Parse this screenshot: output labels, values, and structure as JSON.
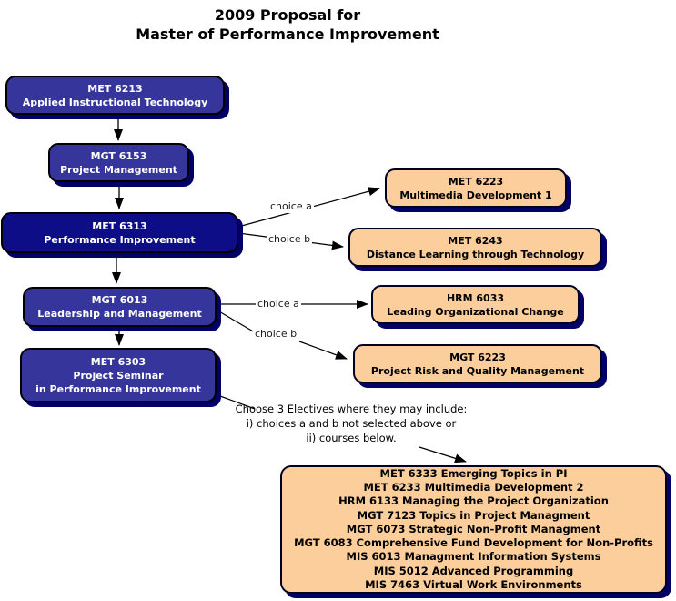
{
  "title": {
    "line1": "2009 Proposal for",
    "line2": "Master of Performance Improvement"
  },
  "core_courses": [
    {
      "code": "MET 6213",
      "name": "Applied Instructional Technology"
    },
    {
      "code": "MGT 6153",
      "name": "Project Management"
    },
    {
      "code": "MET 6313",
      "name": "Performance Improvement"
    },
    {
      "code": "MGT 6013",
      "name": "Leadership and Management"
    },
    {
      "code": "MET 6303",
      "name": "Project Seminar",
      "name2": "in Performance Improvement"
    }
  ],
  "elective_courses": [
    {
      "code": "MET 6223",
      "name": "Multimedia Development 1"
    },
    {
      "code": "MET 6243",
      "name": "Distance Learning through Technology"
    },
    {
      "code": "HRM 6033",
      "name": "Leading Organizational Change"
    },
    {
      "code": "MGT 6223",
      "name": "Project Risk and Quality Management"
    }
  ],
  "choice_labels": [
    "choice a",
    "choice b",
    "choice a",
    "choice b"
  ],
  "note": {
    "line1": "Choose 3 Electives where they may include:",
    "line2": "i) choices a and b not selected above or",
    "line3": "ii) courses below."
  },
  "electives_list": [
    "MET 6333 Emerging Topics in PI",
    "MET 6233 Multimedia Development 2",
    "HRM 6133 Managing the Project Organization",
    "MGT 7123 Topics in Project Managment",
    "MGT 6073 Strategic Non-Profit Managment",
    "MGT 6083 Comprehensive Fund Development for Non-Profits",
    "MIS 6013 Managment Information Systems",
    "MIS 5012 Advanced Programming",
    "MIS 7463 Virtual Work Environments"
  ],
  "colors": {
    "core_box_fill": "#35359B",
    "core_box_highlight_fill": "#0D0D87",
    "elective_box_fill": "#FBCE9B",
    "box_shadow": "#000066",
    "core_text": "#FFFFFF",
    "elective_text": "#000000",
    "connector": "#000000"
  }
}
